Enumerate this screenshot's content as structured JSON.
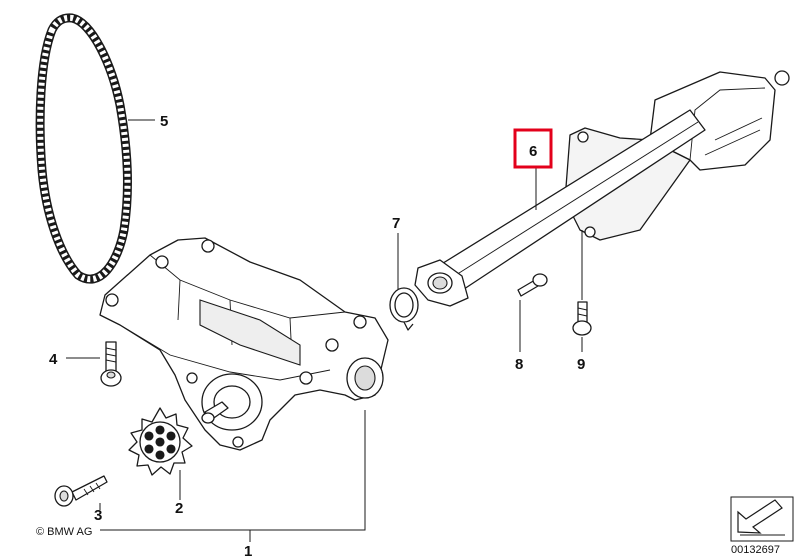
{
  "diagram": {
    "callouts": [
      {
        "id": "1",
        "label": "1"
      },
      {
        "id": "2",
        "label": "2"
      },
      {
        "id": "3",
        "label": "3"
      },
      {
        "id": "4",
        "label": "4"
      },
      {
        "id": "5",
        "label": "5"
      },
      {
        "id": "6",
        "label": "6",
        "highlighted": true
      },
      {
        "id": "7",
        "label": "7"
      },
      {
        "id": "8",
        "label": "8"
      },
      {
        "id": "9",
        "label": "9"
      }
    ],
    "highlight_color": "#e3001b",
    "copyright": "© BMW AG",
    "catalog_number": "00132697"
  }
}
